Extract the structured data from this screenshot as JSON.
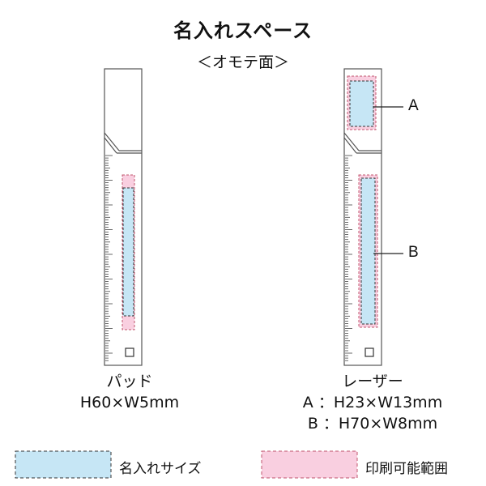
{
  "header": {
    "title": "名入れスペース",
    "subtitle": "＜オモテ面＞"
  },
  "products": {
    "pad": {
      "name": "パッド",
      "size": "H60×W5mm"
    },
    "laser": {
      "name": "レーザー",
      "area_a_callout": "A",
      "area_b_callout": "B",
      "size_a": "A ：H23×W13mm",
      "size_b": "B ：H70×W8mm"
    }
  },
  "legend": {
    "name_area": "名入れサイズ",
    "print_range": "印刷可能範囲"
  },
  "colors": {
    "name_area_fill": "#c6e6f5",
    "print_range_fill": "#f9cfe0",
    "dash_blue": "#333333",
    "dash_pink": "#c0566e",
    "outline": "#555555"
  }
}
